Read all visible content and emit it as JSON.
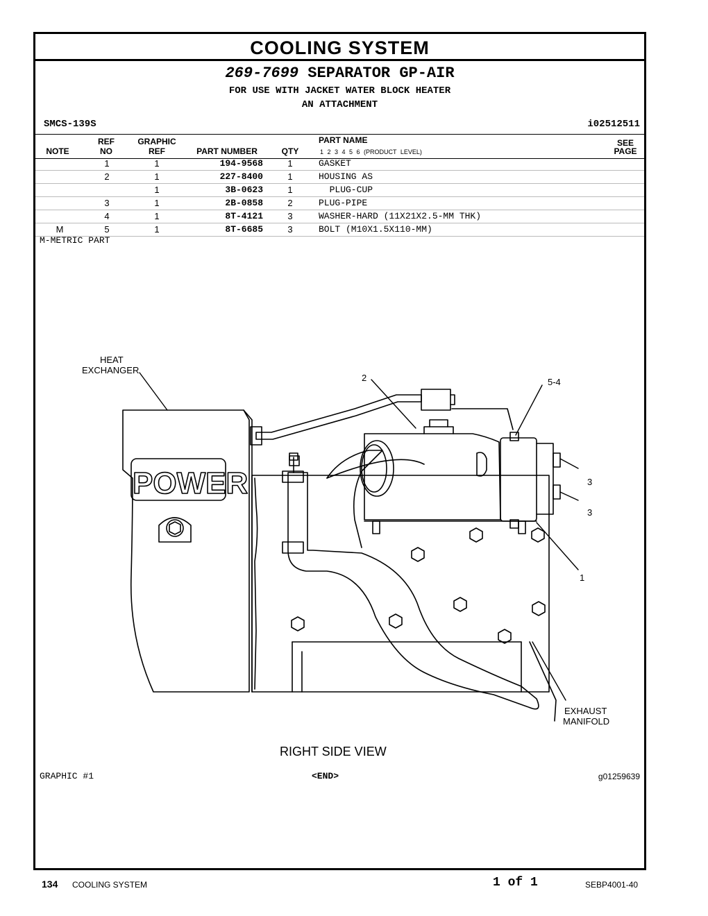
{
  "section_title": "COOLING SYSTEM",
  "group": {
    "part_number": "269-7699",
    "name": "SEPARATOR GP-AIR",
    "line1": "FOR USE WITH JACKET WATER BLOCK HEATER",
    "line2": "AN ATTACHMENT"
  },
  "smcs": "SMCS-139S",
  "info_id": "i02512511",
  "table": {
    "headers": {
      "note": "NOTE",
      "ref_top": "REF",
      "ref_bottom": "NO",
      "graphic_top": "GRAPHIC",
      "graphic_bottom": "REF",
      "part_number": "PART NUMBER",
      "qty": "QTY",
      "part_name": "PART NAME",
      "product_level": "1 2 3 4 5 6 (PRODUCT LEVEL)",
      "see_top": "SEE",
      "see_bottom": "PAGE"
    },
    "rows": [
      {
        "note": "",
        "ref": "1",
        "graphic": "1",
        "part_number": "194-9568",
        "qty": "1",
        "name": "GASKET"
      },
      {
        "note": "",
        "ref": "2",
        "graphic": "1",
        "part_number": "227-8400",
        "qty": "1",
        "name": "HOUSING AS"
      },
      {
        "note": "",
        "ref": "",
        "graphic": "1",
        "part_number": "3B-0623",
        "qty": "1",
        "name": "  PLUG-CUP"
      },
      {
        "note": "",
        "ref": "3",
        "graphic": "1",
        "part_number": "2B-0858",
        "qty": "2",
        "name": "PLUG-PIPE"
      },
      {
        "note": "",
        "ref": "4",
        "graphic": "1",
        "part_number": "8T-4121",
        "qty": "3",
        "name": "WASHER-HARD (11X21X2.5-MM THK)"
      },
      {
        "note": "M",
        "ref": "5",
        "graphic": "1",
        "part_number": "8T-6685",
        "qty": "3",
        "name": "BOLT (M10X1.5X110-MM)"
      }
    ]
  },
  "metric_note": "M-METRIC PART",
  "diagram": {
    "labels": {
      "heat_exchanger_1": "HEAT",
      "heat_exchanger_2": "EXCHANGER",
      "callout_2": "2",
      "callout_54": "5-4",
      "callout_3a": "3",
      "callout_3b": "3",
      "callout_1": "1",
      "exhaust_1": "EXHAUST",
      "exhaust_2": "MANIFOLD",
      "logo": "POWER"
    },
    "view_label": "RIGHT SIDE VIEW"
  },
  "graphic_label": "GRAPHIC #1",
  "end_marker": "<END>",
  "graphic_number": "g01259639",
  "footer": {
    "page_number": "134",
    "section": "COOLING SYSTEM",
    "page_of": "1 of 1",
    "doc_number": "SEBP4001-40"
  }
}
